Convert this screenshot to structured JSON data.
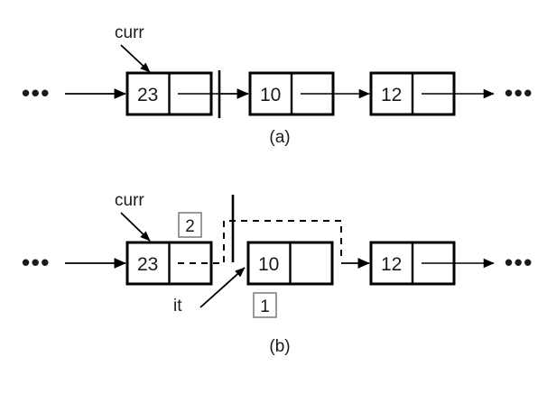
{
  "figure": {
    "title": "linked-list-iterator-erase-diagram",
    "background_color": "#ffffff",
    "stroke_color": "#000000",
    "text_color": "#1a1a1a",
    "mark_border_color": "#808080",
    "ellipsis": "•••"
  },
  "panels": [
    {
      "id": "a",
      "caption": "(a)",
      "pointer_labels": [
        {
          "name": "curr",
          "text": "curr"
        }
      ],
      "nodes": [
        {
          "value": "23",
          "has_next_line": true
        },
        {
          "value": "10",
          "has_next_line": true
        },
        {
          "value": "12",
          "has_next_line": true
        }
      ],
      "separator": "iterator-bar",
      "left_ellipsis": "•••",
      "right_ellipsis": "•••"
    },
    {
      "id": "b",
      "caption": "(b)",
      "pointer_labels": [
        {
          "name": "curr",
          "text": "curr"
        },
        {
          "name": "it",
          "text": "it"
        }
      ],
      "nodes": [
        {
          "value": "23",
          "has_next_line": false
        },
        {
          "value": "10",
          "has_next_line": false
        },
        {
          "value": "12",
          "has_next_line": true
        }
      ],
      "step_marks": [
        {
          "name": "step-two",
          "text": "2"
        },
        {
          "name": "step-one",
          "text": "1"
        }
      ],
      "separator": "iterator-bar",
      "left_ellipsis": "•••",
      "right_ellipsis": "•••"
    }
  ]
}
